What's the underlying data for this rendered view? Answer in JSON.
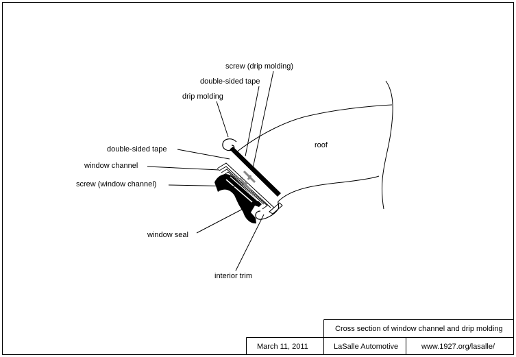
{
  "labels": {
    "screw_drip_molding": "screw (drip molding)",
    "double_sided_tape_top": "double-sided tape",
    "drip_molding": "drip molding",
    "double_sided_tape_left": "double-sided tape",
    "window_channel": "window channel",
    "screw_window_channel": "screw (window channel)",
    "window_seal": "window seal",
    "interior_trim": "interior trim",
    "roof": "roof"
  },
  "title_block": {
    "description": "Cross section of window channel and drip molding",
    "date": "March 11, 2011",
    "company": "LaSalle Automotive",
    "url": "www.1927.org/lasalle/"
  }
}
